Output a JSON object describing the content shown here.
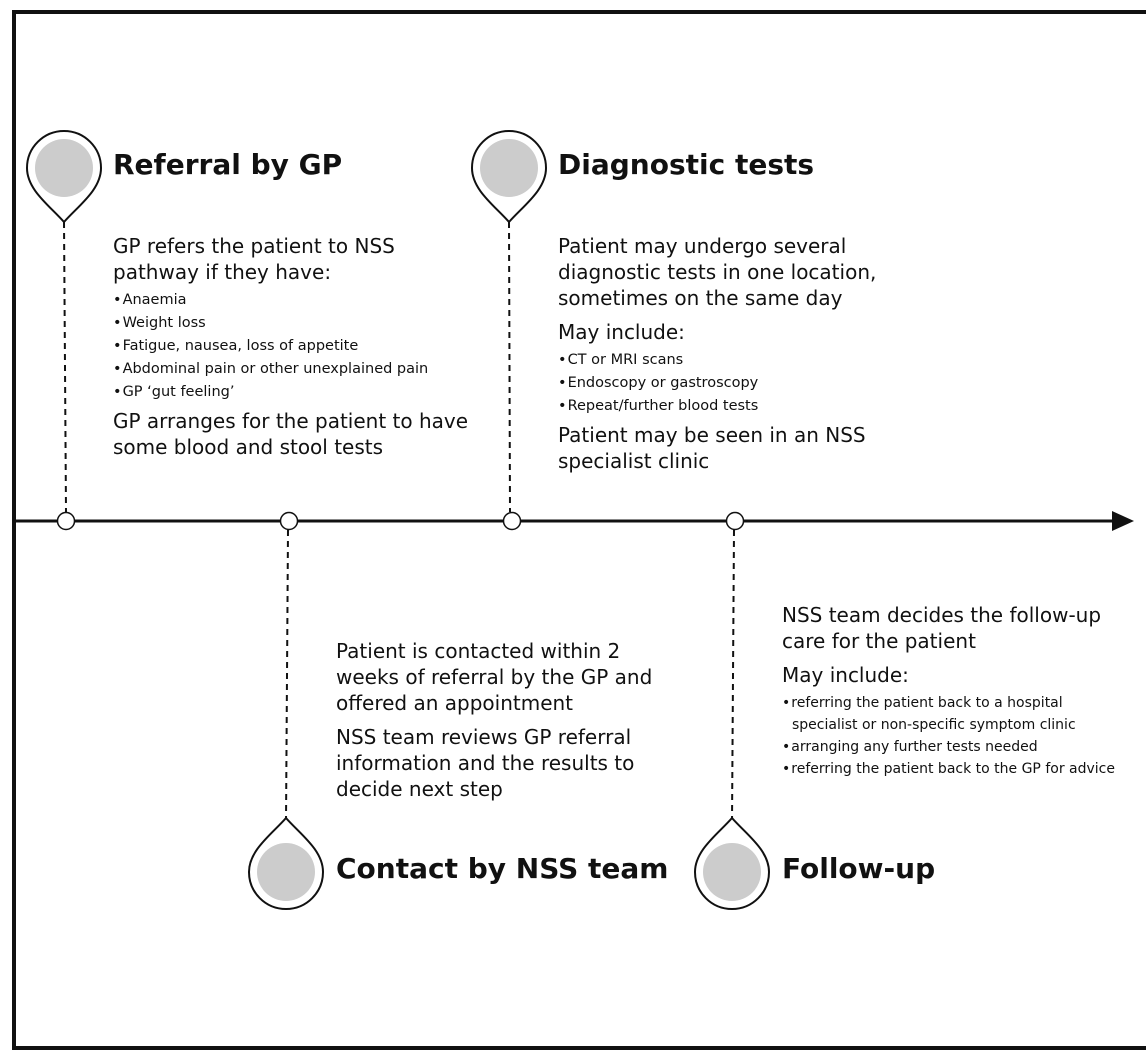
{
  "stages": [
    {
      "title": "Referral by GP",
      "intro": "GP refers the patient to NSS pathway if they have:",
      "bullets": [
        "Anaemia",
        "Weight loss",
        "Fatigue, nausea, loss of appetite",
        "Abdominal pain or other unexplained pain",
        "GP ‘gut feeling’"
      ],
      "outro": "GP arranges for the patient to have some blood and stool tests"
    },
    {
      "title": "Contact by NSS team",
      "para1": "Patient is contacted within 2 weeks of referral by the GP and offered an appointment",
      "para2": "NSS team reviews GP referral information and the results to decide next step"
    },
    {
      "title": "Diagnostic tests",
      "intro": "Patient may undergo several diagnostic tests in one location, sometimes on the same day",
      "may_include": "May include:",
      "bullets": [
        "CT or MRI scans",
        "Endoscopy or gastroscopy",
        "Repeat/further blood tests"
      ],
      "outro": "Patient may be seen in an NSS specialist clinic"
    },
    {
      "title": "Follow-up",
      "intro": "NSS team decides the follow-up care for the patient",
      "may_include": "May include:",
      "bullets": [
        "referring the patient back to a hospital specialist or non-specific symptom clinic",
        "arranging any further tests needed",
        "referring the patient back to the GP for advice"
      ]
    }
  ],
  "colors": {
    "line": "#111111",
    "pin_fill": "#cccccc",
    "background": "#ffffff"
  },
  "icons": [
    "map-pin-icon",
    "timeline-node-icon",
    "arrow-head-icon"
  ]
}
